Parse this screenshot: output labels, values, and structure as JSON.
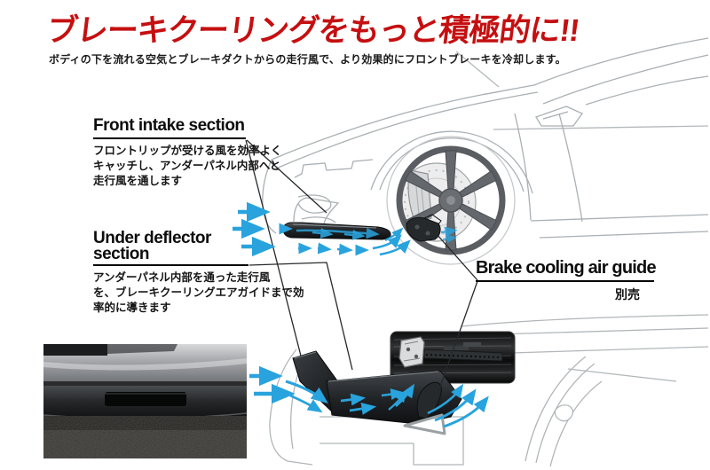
{
  "header": {
    "title": "ブレーキクーリングをもっと積極的に!!",
    "subtitle": "ボディの下を流れる空気とブレーキダクトからの走行風で、より効果的にフロントブレーキを冷却します。"
  },
  "callouts": {
    "front_intake": {
      "heading": "Front intake section",
      "lines": [
        "フロントリップが受ける風を効率よく",
        "キャッチし、アンダーパネル内部へと",
        "走行風を通します"
      ]
    },
    "under_deflector": {
      "heading_line1": "Under deflector",
      "heading_line2": "section",
      "lines": [
        "アンダーパネル内部を通った走行風",
        "を、ブレーキクーリングエアガイドまで効",
        "率的に導きます"
      ]
    },
    "air_guide": {
      "heading": "Brake cooling air guide",
      "note": "別売"
    }
  },
  "colors": {
    "accent_red": "#c50f10",
    "airflow_blue": "#29a3dd",
    "line_art_gray": "#aab0b4",
    "dark_part": "#1b1d1f"
  }
}
